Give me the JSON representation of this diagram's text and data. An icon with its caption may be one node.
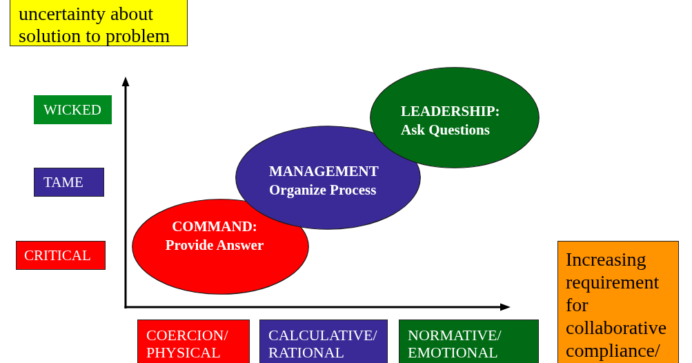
{
  "diagram": {
    "nodes": [
      {
        "text": [
          "uncertainty about solution to problem"
        ]
      },
      {
        "text": [
          "WICKED"
        ]
      },
      {
        "text": [
          "LEADERSHIP:",
          "Ask Questions"
        ]
      },
      {
        "text": [
          "MANAGEMENT",
          "Organize Process"
        ]
      },
      {
        "text": [
          "TAME"
        ]
      },
      {
        "text": [
          "COMMAND:",
          "Provide Answer"
        ]
      },
      {
        "text": [
          "CRITICAL"
        ]
      },
      {
        "text": [
          "Increasing requirement for collaborative compliance/"
        ]
      },
      {
        "text": [
          "COERCION/ PHYSICAL"
        ]
      },
      {
        "text": [
          "CALCULATIVE/ RATIONAL"
        ]
      },
      {
        "text": [
          "NORMATIVE/ EMOTIONAL"
        ]
      }
    ]
  }
}
